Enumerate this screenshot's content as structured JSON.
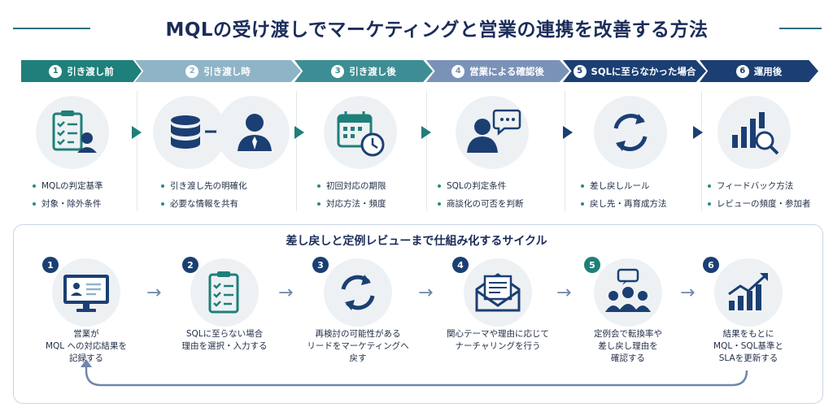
{
  "title": "MQLの受け渡しでマーケティングと営業の連携を改善する方法",
  "steps": [
    {
      "num": "1",
      "label": "引き渡し前",
      "bullets": [
        "MQLの判定基準",
        "対象・除外条件"
      ],
      "icon": "checklist-user-icon",
      "color": "#1f7f7a"
    },
    {
      "num": "2",
      "label": "引き渡し時",
      "bullets": [
        "引き渡し先の明確化",
        "必要な情報を共有"
      ],
      "icon": "database-to-person-icon",
      "color": "#8fb4c7"
    },
    {
      "num": "3",
      "label": "引き渡し後",
      "bullets": [
        "初回対応の期限",
        "対応方法・頻度"
      ],
      "icon": "calendar-clock-icon",
      "color": "#3d8e94"
    },
    {
      "num": "4",
      "label": "営業による確認後",
      "bullets": [
        "SQLの判定条件",
        "商談化の可否を判断"
      ],
      "icon": "person-chat-icon",
      "color": "#7b92b8"
    },
    {
      "num": "5",
      "label": "SQLに至らなかった場合",
      "bullets": [
        "差し戻しルール",
        "戻し先・再育成方法"
      ],
      "icon": "refresh-icon",
      "color": "#1b3f73"
    },
    {
      "num": "6",
      "label": "運用後",
      "bullets": [
        "フィードバック方法",
        "レビューの頻度・参加者"
      ],
      "icon": "bar-chart-search-icon",
      "color": "#1b3f73"
    }
  ],
  "cycle": {
    "title": "差し戻しと定例レビューまで仕組み化するサイクル",
    "items": [
      {
        "num": "1",
        "lines": [
          "営業が",
          "MQL への対応結果を",
          "記録する"
        ],
        "icon": "monitor-profile-icon",
        "color": "#1b3f73"
      },
      {
        "num": "2",
        "lines": [
          "SQLに至らない場合",
          "理由を選択・入力する"
        ],
        "icon": "clipboard-check-icon",
        "color": "#1b3f73"
      },
      {
        "num": "3",
        "lines": [
          "再検討の可能性がある",
          "リードをマーケティングへ",
          "戻す"
        ],
        "icon": "refresh-icon",
        "color": "#1b3f73"
      },
      {
        "num": "4",
        "lines": [
          "関心テーマや理由に応じて",
          "ナーチャリングを行う"
        ],
        "icon": "envelope-document-icon",
        "color": "#1b3f73"
      },
      {
        "num": "5",
        "lines": [
          "定例会で転換率や",
          "差し戻し理由を",
          "確認する"
        ],
        "icon": "team-meeting-icon",
        "color": "#1f7f7a"
      },
      {
        "num": "6",
        "lines": [
          "結果をもとに",
          "MQL・SQL基準と",
          "SLAを更新する"
        ],
        "icon": "growth-chart-icon",
        "color": "#1b3f73"
      }
    ]
  }
}
